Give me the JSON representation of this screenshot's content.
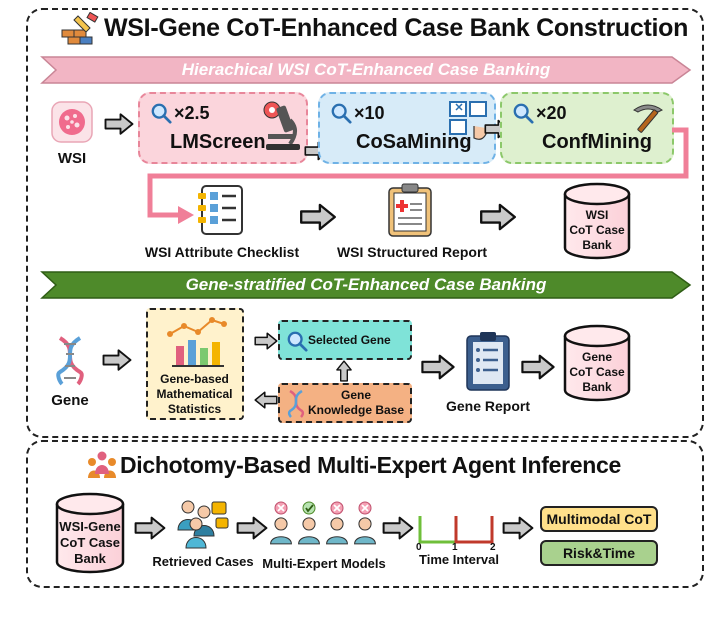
{
  "top_panel": {
    "title": "WSI-Gene CoT-Enhanced Case Bank Construction",
    "wsi_banner": "Hierachical WSI CoT-Enhanced Case Banking",
    "wsi_input_label": "WSI",
    "stages": [
      {
        "mag": "×2.5",
        "name": "LMScreen"
      },
      {
        "mag": "×10",
        "name": "CoSaMining"
      },
      {
        "mag": "×20",
        "name": "ConfMining"
      }
    ],
    "checklist_label": "WSI Attribute Checklist",
    "report_label": "WSI Structured Report",
    "wsi_bank": [
      "WSI",
      "CoT Case",
      "Bank"
    ],
    "gene_banner": "Gene-stratified CoT-Enhanced Case Banking",
    "gene_input_label": "Gene",
    "stats_label": [
      "Gene-based",
      "Mathematical",
      "Statistics"
    ],
    "selected_gene": "Selected Gene",
    "knowledge_base": [
      "Gene",
      "Knowledge Base"
    ],
    "gene_report_label": "Gene Report",
    "gene_bank": [
      "Gene",
      "CoT Case",
      "Bank"
    ]
  },
  "bottom_panel": {
    "title": "Dichotomy-Based Multi-Expert Agent Inference",
    "combined_bank": [
      "WSI-Gene",
      "CoT Case",
      "Bank"
    ],
    "retrieved_label": "Retrieved Cases",
    "experts_label": "Multi-Expert Models",
    "interval_label": "Time Interval",
    "ticks": [
      "0",
      "1",
      "2"
    ],
    "output_cot": "Multimodal CoT",
    "output_risk": "Risk&Time"
  },
  "colors": {
    "pink_banner": "#f2b5c4",
    "green_banner": "#4e8a2a",
    "lmscreen_bg": "#fbd5dc",
    "cosamining_bg": "#d7ebf8",
    "confmining_bg": "#def0cf",
    "selected_gene_bg": "#7fe3d8",
    "knowledge_bg": "#f4b183",
    "stats_bg": "#fff2cc",
    "multimodal_bg": "#ffe08a",
    "risk_bg": "#a9d18e"
  }
}
